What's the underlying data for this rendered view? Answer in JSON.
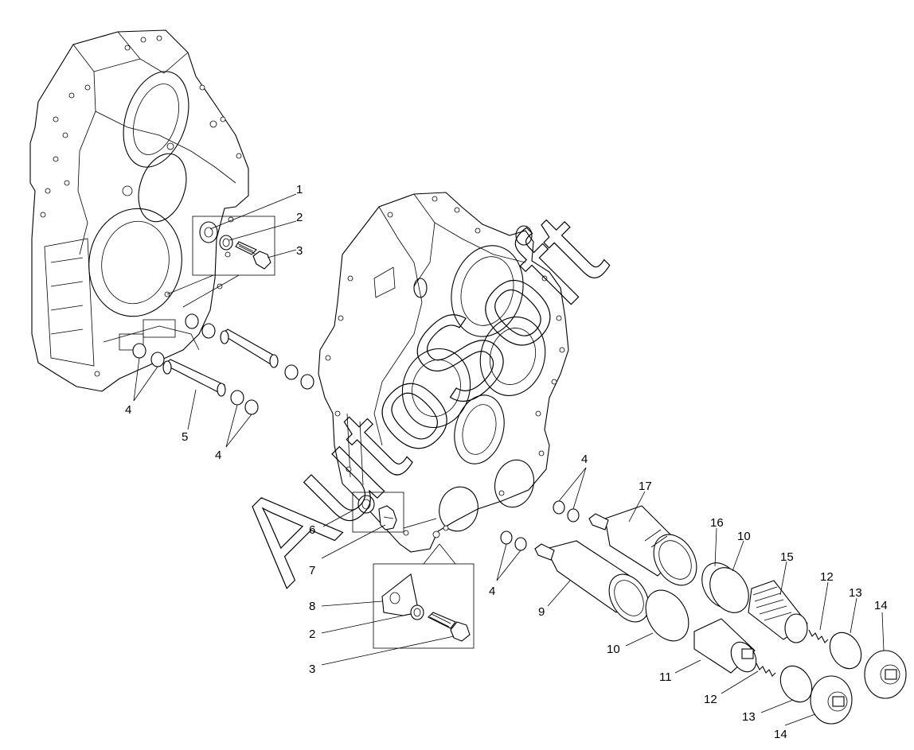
{
  "watermark": "AutoSoft",
  "callouts": [
    {
      "id": "c1",
      "label": "1"
    },
    {
      "id": "c2a",
      "label": "2"
    },
    {
      "id": "c3a",
      "label": "3"
    },
    {
      "id": "c4a",
      "label": "4"
    },
    {
      "id": "c5",
      "label": "5"
    },
    {
      "id": "c4b",
      "label": "4"
    },
    {
      "id": "c6",
      "label": "6"
    },
    {
      "id": "c7",
      "label": "7"
    },
    {
      "id": "c8",
      "label": "8"
    },
    {
      "id": "c2b",
      "label": "2"
    },
    {
      "id": "c3b",
      "label": "3"
    },
    {
      "id": "c4c",
      "label": "4"
    },
    {
      "id": "c4d",
      "label": "4"
    },
    {
      "id": "c17",
      "label": "17"
    },
    {
      "id": "c9",
      "label": "9"
    },
    {
      "id": "c16",
      "label": "16"
    },
    {
      "id": "c10a",
      "label": "10"
    },
    {
      "id": "c10b",
      "label": "10"
    },
    {
      "id": "c15",
      "label": "15"
    },
    {
      "id": "c11",
      "label": "11"
    },
    {
      "id": "c12a",
      "label": "12"
    },
    {
      "id": "c12b",
      "label": "12"
    },
    {
      "id": "c13a",
      "label": "13"
    },
    {
      "id": "c13b",
      "label": "13"
    },
    {
      "id": "c14a",
      "label": "14"
    },
    {
      "id": "c14b",
      "label": "14"
    }
  ]
}
